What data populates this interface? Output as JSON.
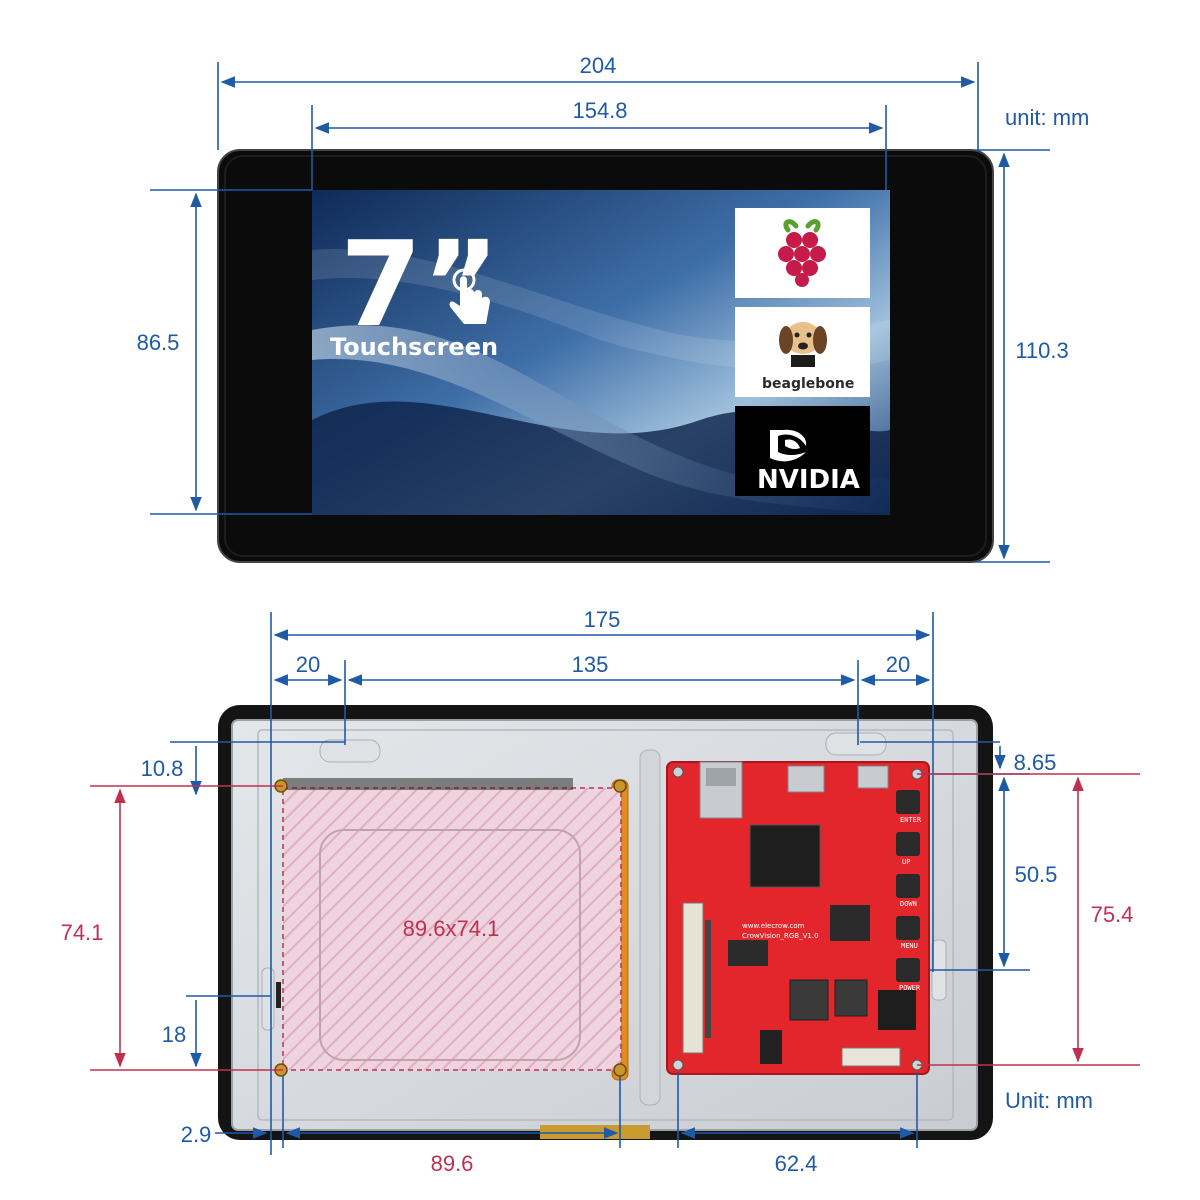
{
  "front_view": {
    "unit_label": "unit: mm",
    "screen_title": "7”",
    "screen_subtitle": "Touchscreen",
    "logos": [
      "raspberry-pi-logo",
      "beaglebone-logo",
      "nvidia-logo"
    ],
    "beaglebone_text": "beaglebone",
    "nvidia_text": "NVIDIA",
    "dimensions": {
      "overall_width": "204",
      "active_width": "154.8",
      "active_height": "86.5",
      "overall_height": "110.3"
    }
  },
  "back_view": {
    "unit_label": "Unit: mm",
    "mounting_area_label": "89.6x74.1",
    "board_silkscreen": [
      "www.elecrow.com",
      "CrowVision_RGB_V1.0",
      "ENTER",
      "UP",
      "DOWN",
      "MENU",
      "POWER"
    ],
    "dimensions": {
      "hole_spacing_total": "175",
      "left_offset": "20",
      "middle_spacing": "135",
      "right_offset": "20",
      "top_offset": "10.8",
      "right_top_offset": "8.65",
      "area_height": "74.1",
      "bottom_offset": "18",
      "board_hole_v": "50.5",
      "board_height": "75.4",
      "edge_offset": "2.9",
      "area_width": "89.6",
      "board_hole_h": "62.4"
    }
  },
  "colors": {
    "dimension_blue": "#1f5aa6",
    "dimension_red": "#c0304f",
    "bezel": "#0b0b0b",
    "pcb_red": "#e3262b"
  }
}
